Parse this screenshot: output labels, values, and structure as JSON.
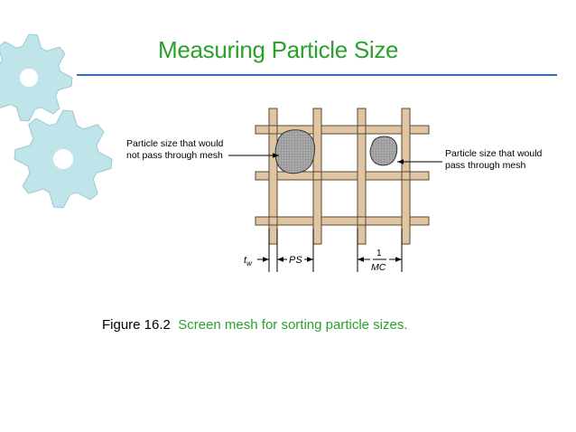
{
  "slide": {
    "title": "Measuring Particle Size",
    "colors": {
      "title": "#2ca02c",
      "rule": "#2f6fb5",
      "gear_fill": "#bfe5ea",
      "gear_stroke": "#9cc9d0",
      "wire_fill": "#e0c5a2",
      "wire_stroke": "#5a4632",
      "particle_fill": "#9a9a9a",
      "caption_label": "#000000",
      "caption_text": "#2ca02c"
    },
    "decor": {
      "left_icons": [
        "gear-icon",
        "gear-icon"
      ]
    }
  },
  "diagram": {
    "left_callout": [
      "Particle size that would",
      "not pass through mesh"
    ],
    "right_callout": [
      "Particle size that would",
      "pass through mesh"
    ],
    "dimensions": {
      "wire_thickness": {
        "letter": "t",
        "subscript": "w"
      },
      "pore_size": "PS",
      "mesh_count": {
        "numerator": "1",
        "denominator": "MC"
      }
    }
  },
  "caption": {
    "label": "Figure 16.2",
    "text": "Screen mesh for sorting particle sizes."
  }
}
